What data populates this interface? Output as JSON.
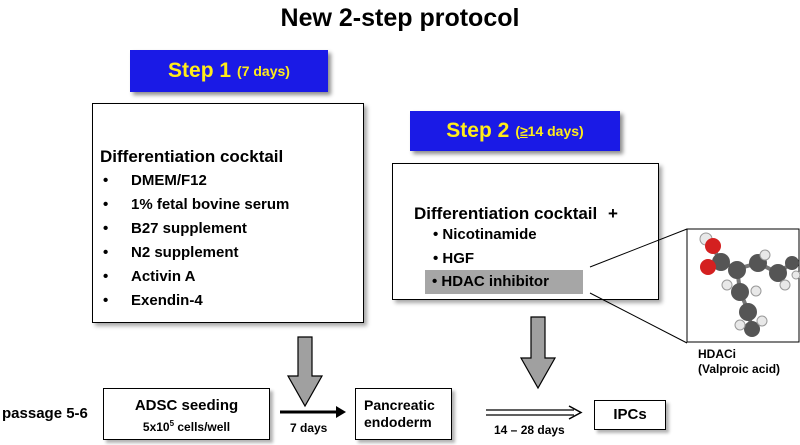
{
  "title": "New 2-step protocol",
  "step1": {
    "label": "Step 1",
    "duration": "(7 days)",
    "cocktail_title": "Differentiation cocktail",
    "items": [
      "DMEM/F12",
      "1% fetal bovine serum",
      "B27 supplement",
      "N2 supplement",
      "Activin A",
      "Exendin-4"
    ]
  },
  "step2": {
    "label": "Step 2",
    "duration_prefix": "(",
    "duration_symbol": "≥",
    "duration_rest": "14 days)",
    "cocktail_title": "Differentiation cocktail",
    "plus": "+",
    "items": [
      "Nicotinamide",
      "HGF",
      "HDAC inhibitor"
    ]
  },
  "molecule": {
    "label_line1": "HDACi",
    "label_line2": "(Valproic acid)"
  },
  "flow": {
    "passage_label": "passage 5-6",
    "seeding_title": "ADSC seeding",
    "seeding_count_base": "5x10",
    "seeding_count_exp": "5",
    "seeding_count_rest": " cells/well",
    "arrow1_label": "7 days",
    "endoderm_line1": "Pancreatic",
    "endoderm_line2": "endoderm",
    "arrow2_label": "14 – 28 days",
    "ipcs_label": "IPCs"
  },
  "colors": {
    "banner_bg": "#1a1ae6",
    "banner_text": "#ffec1a",
    "highlight_bg": "#a6a6a6",
    "down_arrow": "#a0a0a0"
  }
}
